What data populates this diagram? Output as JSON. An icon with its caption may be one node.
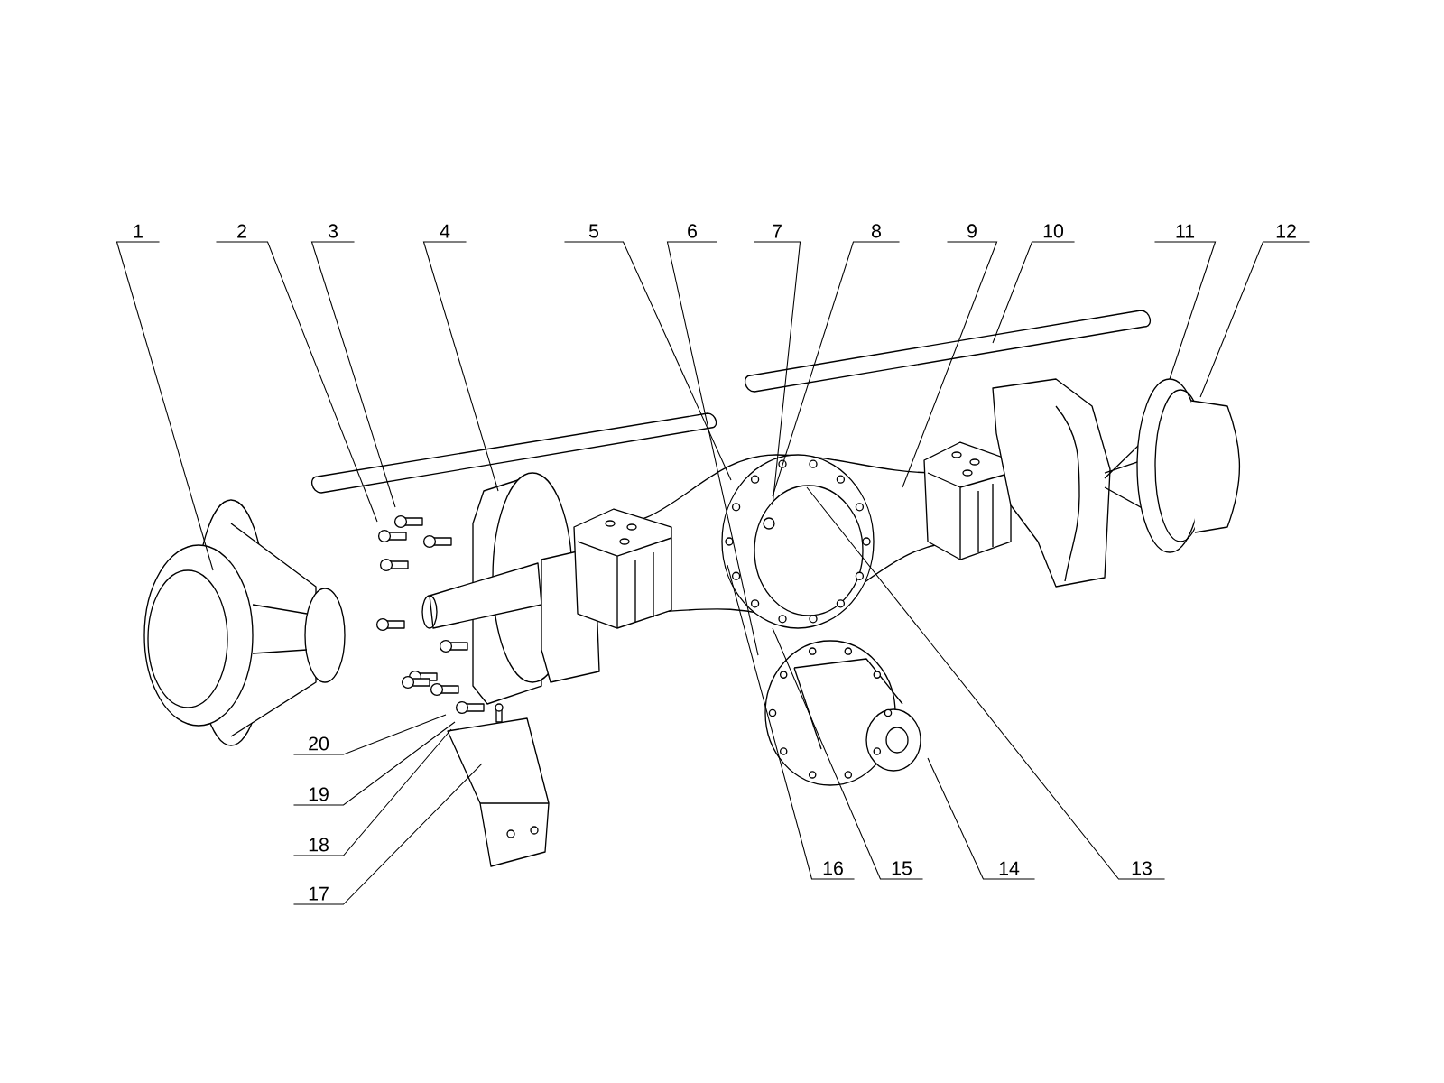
{
  "diagram": {
    "nodes": [
      {
        "text": [
          "1"
        ]
      },
      {
        "text": [
          "2"
        ]
      },
      {
        "text": [
          "3"
        ]
      },
      {
        "text": [
          "4"
        ]
      },
      {
        "text": [
          "5"
        ]
      },
      {
        "text": [
          "6"
        ]
      },
      {
        "text": [
          "7"
        ]
      },
      {
        "text": [
          "8"
        ]
      },
      {
        "text": [
          "9"
        ]
      },
      {
        "text": [
          "10"
        ]
      },
      {
        "text": [
          "11"
        ]
      },
      {
        "text": [
          "12"
        ]
      },
      {
        "text": [
          "20"
        ]
      },
      {
        "text": [
          "19"
        ]
      },
      {
        "text": [
          "18"
        ]
      },
      {
        "text": [
          "16"
        ]
      },
      {
        "text": [
          "15"
        ]
      },
      {
        "text": [
          "14"
        ]
      },
      {
        "text": [
          "13"
        ]
      },
      {
        "text": [
          "17"
        ]
      }
    ],
    "edges": [
      {
        "from": 0,
        "to": null,
        "arrow": "none"
      },
      {
        "from": 1,
        "to": null,
        "arrow": "none"
      },
      {
        "from": 2,
        "to": null,
        "arrow": "none"
      },
      {
        "from": 3,
        "to": null,
        "arrow": "none"
      },
      {
        "from": 4,
        "to": null,
        "arrow": "none"
      },
      {
        "from": 5,
        "to": null,
        "arrow": "none"
      },
      {
        "from": 6,
        "to": null,
        "arrow": "none"
      },
      {
        "from": 7,
        "to": null,
        "arrow": "none"
      },
      {
        "from": 8,
        "to": null,
        "arrow": "none"
      },
      {
        "from": 9,
        "to": null,
        "arrow": "none"
      },
      {
        "from": 10,
        "to": null,
        "arrow": "none"
      },
      {
        "from": 11,
        "to": null,
        "arrow": "none"
      },
      {
        "from": 12,
        "to": null,
        "arrow": "none"
      },
      {
        "from": 13,
        "to": null,
        "arrow": "none"
      },
      {
        "from": 14,
        "to": null,
        "arrow": "none"
      },
      {
        "from": 15,
        "to": null,
        "arrow": "none"
      },
      {
        "from": 16,
        "to": null,
        "arrow": "none"
      },
      {
        "from": 17,
        "to": null,
        "arrow": "none"
      },
      {
        "from": 18,
        "to": null,
        "arrow": "none"
      },
      {
        "from": 19,
        "to": null,
        "arrow": "none"
      }
    ]
  }
}
